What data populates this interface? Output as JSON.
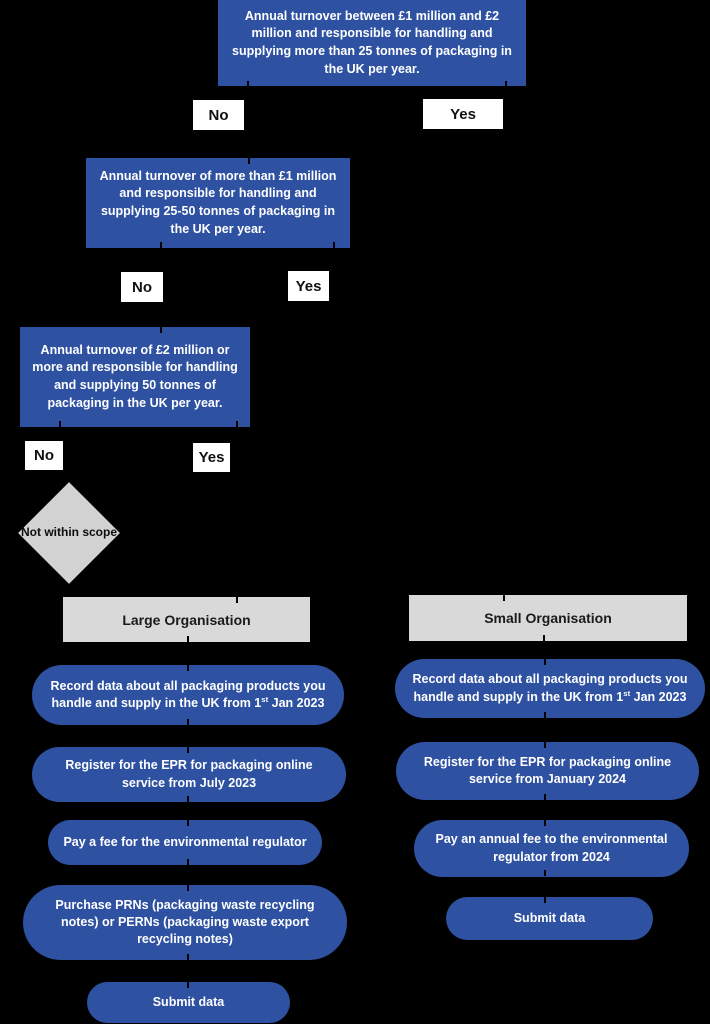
{
  "colors": {
    "background": "#000000",
    "decision_blue": "#2e51a2",
    "header_gray": "#d9d9d9",
    "diamond_gray": "#d2d2d2",
    "label_background": "#ffffff",
    "light_text": "#ffffff",
    "dark_text": "#111111"
  },
  "decisions": [
    {
      "text": "Annual turnover between £1 million and £2 million and responsible for handling and supplying more than 25 tonnes of packaging in the UK per year.",
      "no": "No",
      "yes": "Yes"
    },
    {
      "text": "Annual turnover of more than £1 million and responsible for handling and supplying 25-50 tonnes of packaging in the UK per year.",
      "no": "No",
      "yes": "Yes"
    },
    {
      "text": "Annual turnover of £2 million or more and responsible for handling and supplying 50 tonnes of packaging in the UK per year.",
      "no": "No",
      "yes": "Yes"
    }
  ],
  "outcome": {
    "not_within_scope": "Not within scope"
  },
  "columns": [
    {
      "header": "Large Organisation",
      "steps": [
        {
          "pre": "Record data about all packaging products you handle and supply in the UK from 1",
          "sup": "st",
          "post": " Jan 2023"
        },
        {
          "pre": "Register for the EPR for packaging online service from July 2023",
          "sup": "",
          "post": ""
        },
        {
          "pre": "Pay a fee for the environmental regulator",
          "sup": "",
          "post": ""
        },
        {
          "pre": "Purchase PRNs (packaging waste recycling notes) or PERNs (packaging waste export recycling notes)",
          "sup": "",
          "post": ""
        },
        {
          "pre": "Submit data",
          "sup": "",
          "post": ""
        }
      ]
    },
    {
      "header": "Small Organisation",
      "steps": [
        {
          "pre": "Record data about all packaging products you handle and supply in the UK from 1",
          "sup": "st",
          "post": " Jan 2023"
        },
        {
          "pre": "Register for the EPR for packaging online service from January 2024",
          "sup": "",
          "post": ""
        },
        {
          "pre": "Pay an annual fee to the environmental regulator from 2024",
          "sup": "",
          "post": ""
        },
        {
          "pre": "Submit data",
          "sup": "",
          "post": ""
        }
      ]
    }
  ]
}
